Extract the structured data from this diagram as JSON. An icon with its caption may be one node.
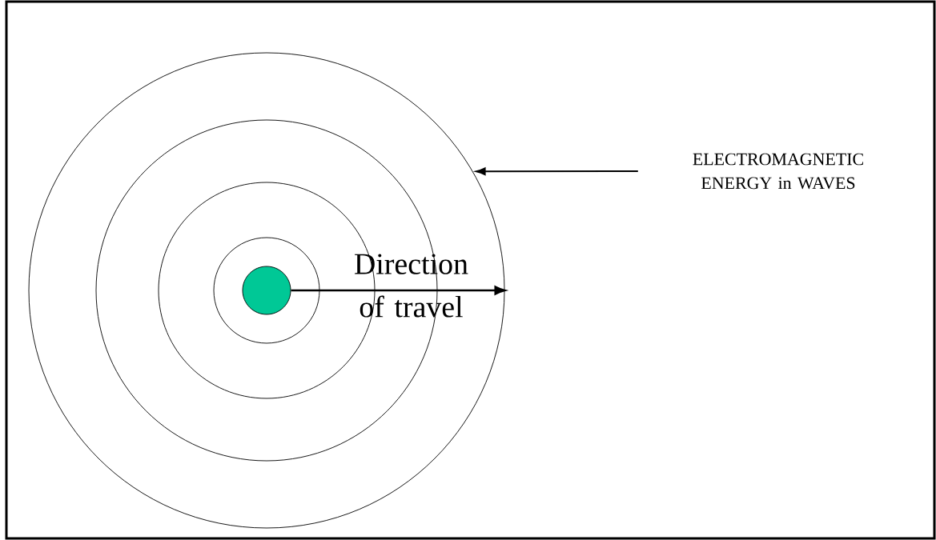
{
  "diagram": {
    "nodes": [
      {
        "text": [],
        "shape": "circle"
      },
      {
        "text": [],
        "shape": "circle",
        "in": 0
      },
      {
        "text": [],
        "shape": "circle",
        "in": 1
      },
      {
        "text": [],
        "shape": "circle",
        "in": 2
      },
      {
        "text": [],
        "shape": "circle",
        "in": 3
      },
      {
        "text": [
          "ELECTROMAGNETIC ENERGY in WAVES"
        ]
      }
    ],
    "edges": [
      {
        "from": 5,
        "to": 0,
        "arrow": "to"
      },
      {
        "from": 4,
        "to": null,
        "arrow": "to",
        "label": "Direction of travel"
      }
    ]
  }
}
